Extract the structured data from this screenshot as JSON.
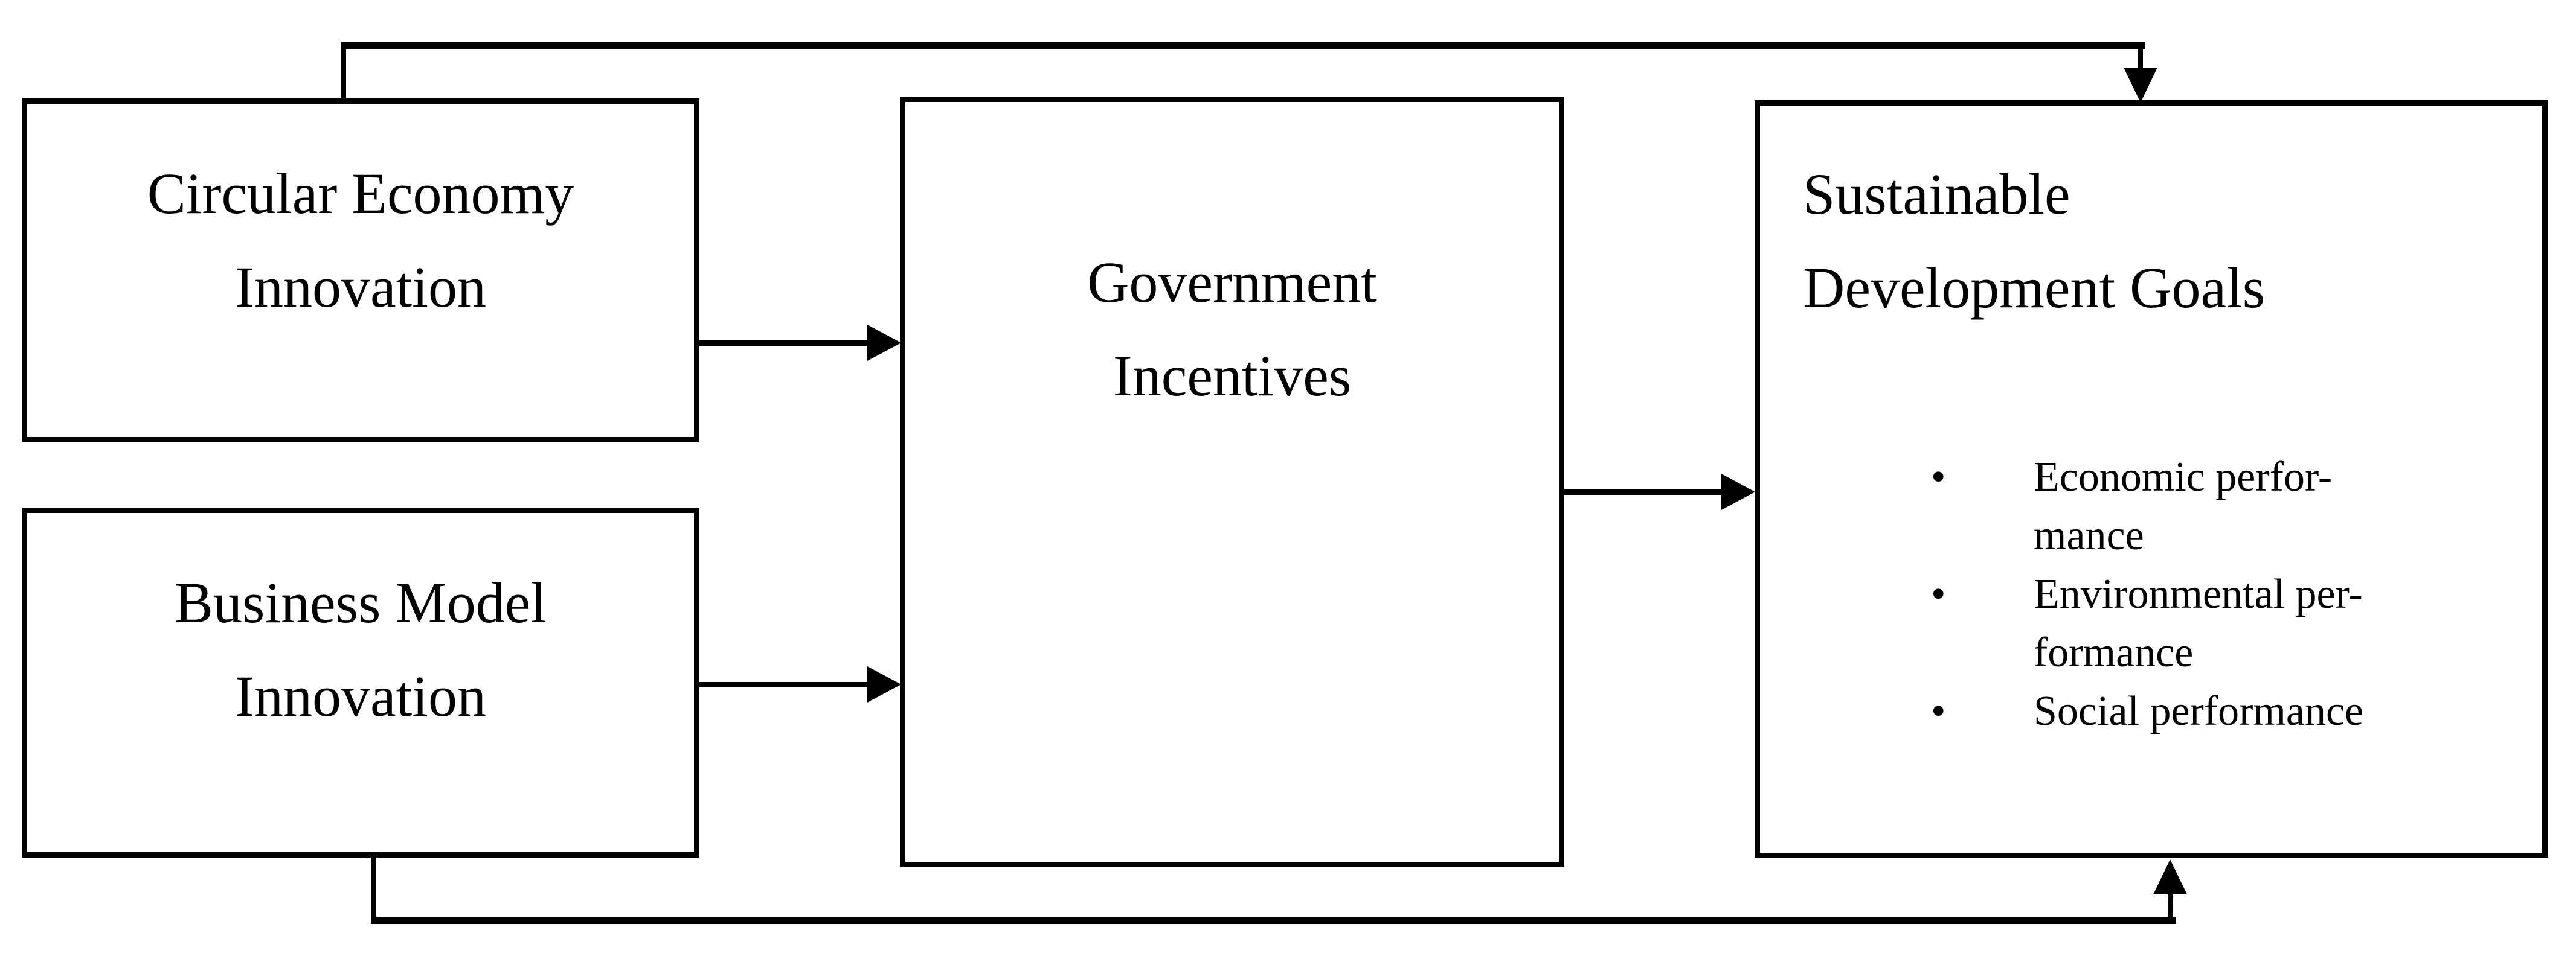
{
  "figure": {
    "type": "flow-diagram",
    "colors": {
      "line": "#000000",
      "text": "#000000",
      "background": "#ffffff"
    },
    "boxes": {
      "circular_economy": {
        "lines": [
          "Circular Economy",
          "Innovation"
        ]
      },
      "business_model": {
        "lines": [
          "Business Model",
          "Innovation"
        ]
      },
      "government": {
        "lines": [
          "Government",
          "Incentives"
        ]
      },
      "sdg": {
        "lines": [
          "Sustainable",
          "Development Goals"
        ],
        "bullet_char": "•",
        "bullets": [
          {
            "lines": [
              "Economic perfor-",
              "mance"
            ]
          },
          {
            "lines": [
              "Environmental per-",
              "formance"
            ]
          },
          {
            "lines": [
              "Social performance"
            ]
          }
        ]
      }
    },
    "arrows": [
      {
        "from": "Circular Economy Innovation",
        "to": "Government Incentives",
        "path": "direct"
      },
      {
        "from": "Business Model Innovation",
        "to": "Government Incentives",
        "path": "direct"
      },
      {
        "from": "Government Incentives",
        "to": "Sustainable Development Goals",
        "path": "direct"
      },
      {
        "from": "Circular Economy Innovation",
        "to": "Sustainable Development Goals",
        "path": "top"
      },
      {
        "from": "Business Model Innovation",
        "to": "Sustainable Development Goals",
        "path": "bottom"
      }
    ]
  }
}
